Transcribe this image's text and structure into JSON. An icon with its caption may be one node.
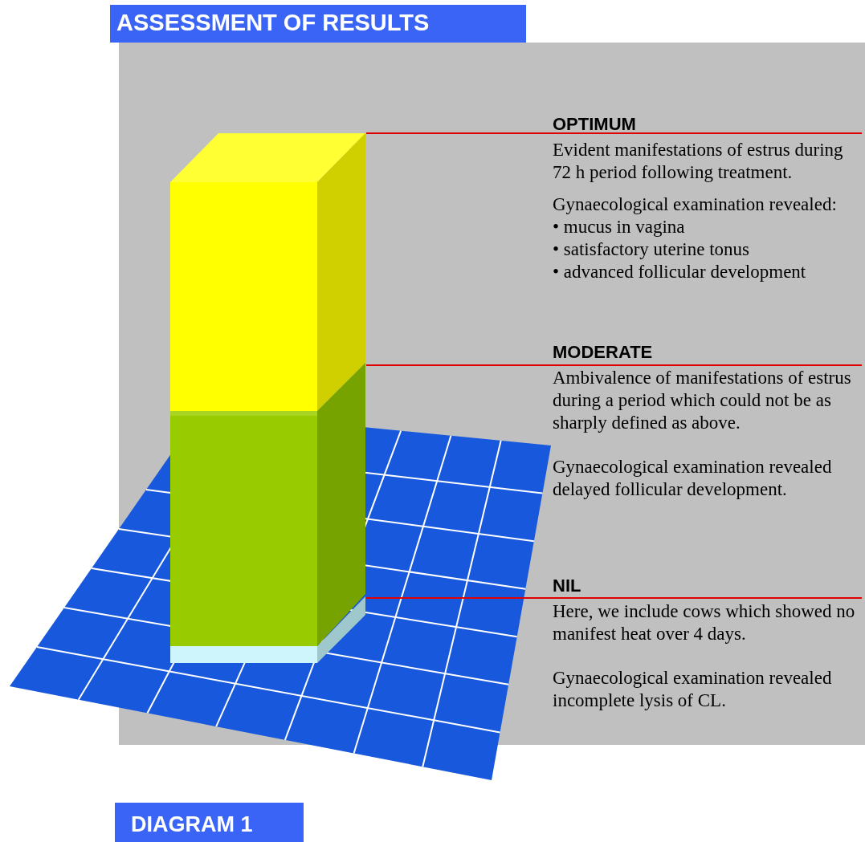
{
  "diagram": {
    "title": "ASSESSMENT OF RESULTS",
    "caption": "DIAGRAM 1",
    "nodes": [
      {
        "text": [
          "OPTIMUM",
          "Evident manifestations of estrus during 72 h period following treatment.",
          "Gynaecological examination revealed:",
          "• mucus in vagina",
          "• satisfactory uterine tonus",
          "• advanced follicular development"
        ]
      },
      {
        "text": [
          "MODERATE",
          "Ambivalence of manifestations of estrus during a period which could not be as sharply defined as above.",
          "Gynaecological examination revealed delayed follicular development."
        ]
      },
      {
        "text": [
          "NIL",
          "Here, we include cows which showed no manifest heat over 4 days.",
          "Gynaecological examination revealed incomplete lysis of CL."
        ]
      },
      {
        "text": [],
        "shape": "bar"
      },
      {
        "text": [],
        "shape": "bar"
      },
      {
        "text": [],
        "shape": "bar"
      }
    ],
    "edges": [
      {
        "from": 0,
        "to": 3,
        "arrow": "none"
      },
      {
        "from": 1,
        "to": 4,
        "arrow": "none"
      },
      {
        "from": 2,
        "to": 5,
        "arrow": "none"
      }
    ]
  }
}
